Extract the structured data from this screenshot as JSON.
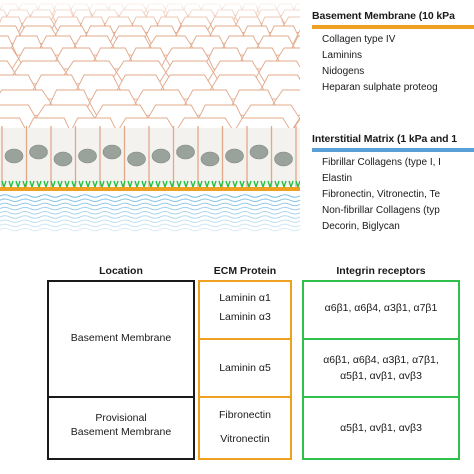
{
  "basement_membrane": {
    "title": "Basement Membrane (10 kPa",
    "items": [
      "Collagen type IV",
      "Laminins",
      "Nidogens",
      "Heparan sulphate proteog"
    ]
  },
  "interstitial_matrix": {
    "title": "Interstitial Matrix (1 kPa and 1",
    "items": [
      "Fibrillar Collagens (type I, I",
      "Elastin",
      "Fibronectin, Vitronectin, Te",
      "Non-fibrillar Collagens (typ",
      "Decorin, Biglycan"
    ]
  },
  "table": {
    "headers": {
      "location": "Location",
      "ecm_protein": "ECM Protein",
      "integrin_receptors": "Integrin receptors"
    },
    "rows": [
      {
        "location": "Basement Membrane",
        "proteins": [
          "Laminin α1",
          "Laminin α3"
        ],
        "integrins": "α6β1, α6β4, α3β1, α7β1"
      },
      {
        "proteins": [
          "Laminin α5"
        ],
        "integrins": [
          "α6β1, α6β4, α3β1, α7β1,",
          "α5β1, αvβ1, αvβ3"
        ]
      },
      {
        "location": [
          "Provisional",
          "Basement Membrane"
        ],
        "proteins": [
          "Fibronectin",
          "Vitronectin"
        ],
        "integrins": "α5β1, αvβ1, αvβ3"
      }
    ]
  },
  "colors": {
    "basement_bar": "#f0a020",
    "interstitial_bar": "#5aa0d8",
    "location_border": "#1a1a1a",
    "protein_border": "#f0a020",
    "integrin_border": "#2ec04a",
    "cell_edge": "#e2a88a",
    "nucleus": "#9aa29c",
    "integrin_marks": "#22c040",
    "lamina": "#f0a020",
    "wave": "#6ab4e0"
  }
}
